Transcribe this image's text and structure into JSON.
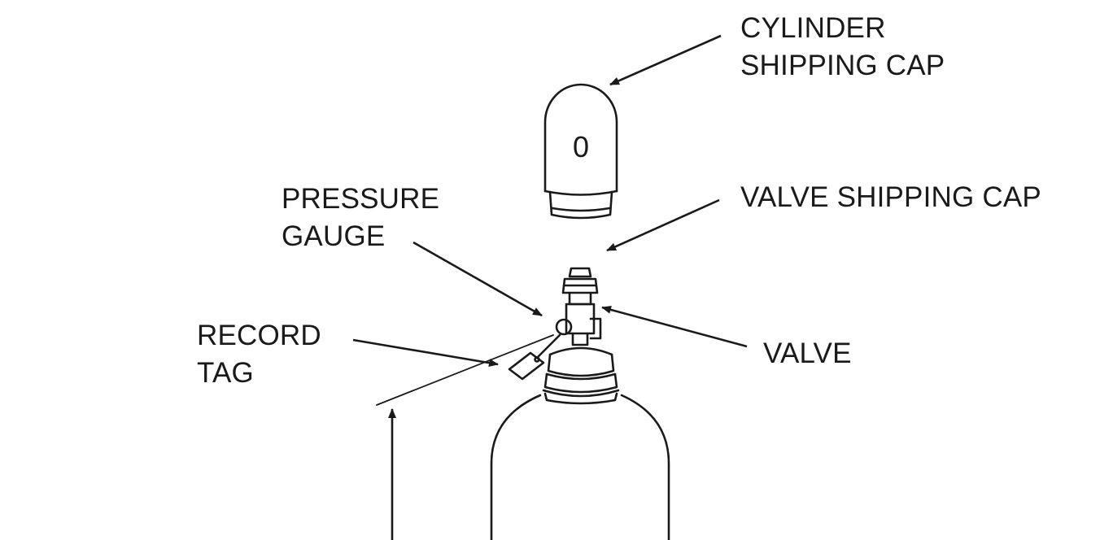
{
  "diagram": {
    "labels": {
      "cylinder_shipping_cap": [
        "CYLINDER",
        "SHIPPING CAP"
      ],
      "valve_shipping_cap": [
        "VALVE SHIPPING CAP"
      ],
      "pressure_gauge": [
        "PRESSURE",
        "GAUGE"
      ],
      "record_tag": [
        "RECORD",
        "TAG"
      ],
      "valve": [
        "VALVE"
      ]
    },
    "cap_marking": "0"
  }
}
